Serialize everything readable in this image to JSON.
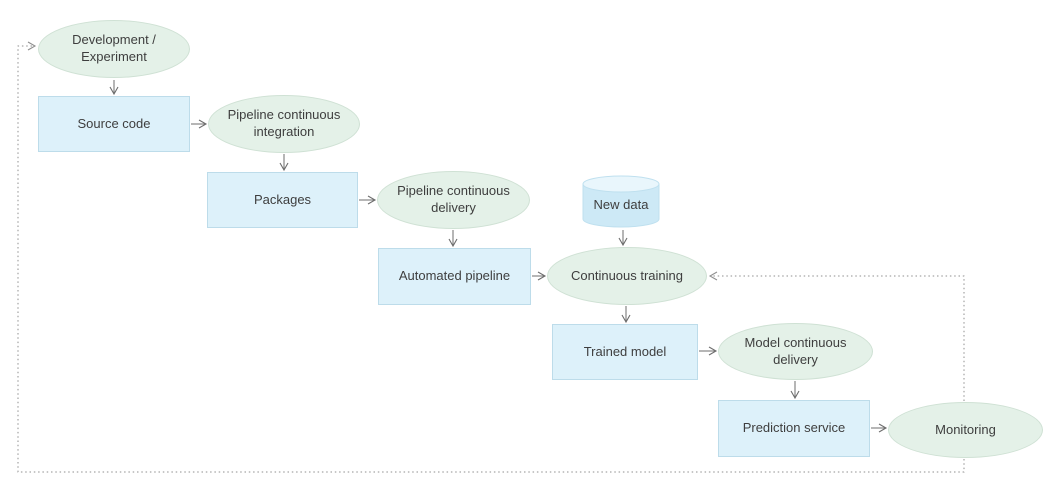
{
  "diagram": {
    "type": "flowchart",
    "background": "#ffffff",
    "colors": {
      "process_box_fill": "#ddf1fa",
      "process_box_border": "#bddcea",
      "stage_ellipse_fill": "#e4f1e8",
      "stage_ellipse_border": "#cfe1d4",
      "datastore_body_fill": "#cde9f6",
      "datastore_top_fill": "#e9f6fc",
      "solid_arrow": "#6e6e6e",
      "dotted_line": "#8f8f8f",
      "text": "#3e3e3e"
    },
    "nodes": [
      {
        "id": "development-experiment",
        "shape": "ellipse",
        "label": "Development / Experiment"
      },
      {
        "id": "source-code",
        "shape": "rectangle",
        "label": "Source code"
      },
      {
        "id": "pipeline-continuous-integration",
        "shape": "ellipse",
        "label": "Pipeline continuous integration"
      },
      {
        "id": "packages",
        "shape": "rectangle",
        "label": "Packages"
      },
      {
        "id": "pipeline-continuous-delivery",
        "shape": "ellipse",
        "label": "Pipeline continuous delivery"
      },
      {
        "id": "new-data",
        "shape": "cylinder",
        "label": "New data"
      },
      {
        "id": "automated-pipeline",
        "shape": "rectangle",
        "label": "Automated pipeline"
      },
      {
        "id": "continuous-training",
        "shape": "ellipse",
        "label": "Continuous training"
      },
      {
        "id": "trained-model",
        "shape": "rectangle",
        "label": "Trained model"
      },
      {
        "id": "model-continuous-delivery",
        "shape": "ellipse",
        "label": "Model continuous delivery"
      },
      {
        "id": "prediction-service",
        "shape": "rectangle",
        "label": "Prediction service"
      },
      {
        "id": "monitoring",
        "shape": "ellipse",
        "label": "Monitoring"
      }
    ],
    "edges": [
      {
        "from": "development-experiment",
        "to": "source-code",
        "style": "solid"
      },
      {
        "from": "source-code",
        "to": "pipeline-continuous-integration",
        "style": "solid"
      },
      {
        "from": "pipeline-continuous-integration",
        "to": "packages",
        "style": "solid"
      },
      {
        "from": "packages",
        "to": "pipeline-continuous-delivery",
        "style": "solid"
      },
      {
        "from": "pipeline-continuous-delivery",
        "to": "automated-pipeline",
        "style": "solid"
      },
      {
        "from": "new-data",
        "to": "continuous-training",
        "style": "solid"
      },
      {
        "from": "automated-pipeline",
        "to": "continuous-training",
        "style": "solid"
      },
      {
        "from": "continuous-training",
        "to": "trained-model",
        "style": "solid"
      },
      {
        "from": "trained-model",
        "to": "model-continuous-delivery",
        "style": "solid"
      },
      {
        "from": "model-continuous-delivery",
        "to": "prediction-service",
        "style": "solid"
      },
      {
        "from": "prediction-service",
        "to": "monitoring",
        "style": "solid"
      },
      {
        "from": "monitoring",
        "to": "continuous-training",
        "style": "dotted"
      },
      {
        "from": "monitoring",
        "to": "development-experiment",
        "style": "dotted"
      }
    ]
  }
}
